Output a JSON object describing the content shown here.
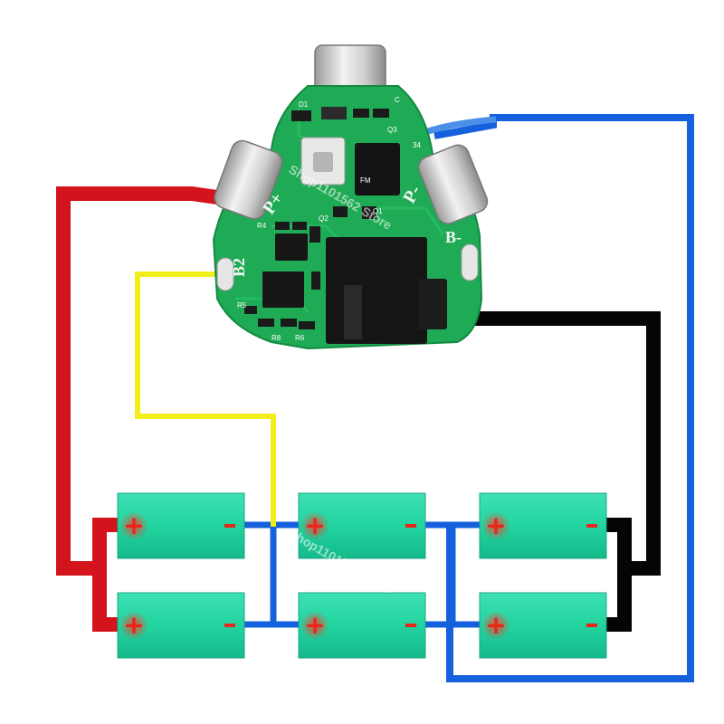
{
  "pcb": {
    "pad_labels": {
      "p_plus": "P+",
      "p_minus": "P-",
      "b2": "B2",
      "b_minus": "B-"
    },
    "component_labels": {
      "d1": "D1",
      "q3": "Q3",
      "c": "C",
      "n34": "34",
      "r4": "R4",
      "r8": "R8",
      "r6": "R6",
      "r5": "R5",
      "q1": "Q1",
      "q2": "Q2"
    },
    "chip_marking": "FM",
    "watermark": "Shop1101562 Store"
  },
  "wires": {
    "red": "#d4141c",
    "yellow": "#f2ee1a",
    "blue": "#1560dc",
    "light_blue": "#4a90e8",
    "black": "#050505"
  },
  "cells": {
    "fill": "#22d4a0",
    "count": 6,
    "plus_symbol": "+",
    "minus_symbol": "-"
  }
}
